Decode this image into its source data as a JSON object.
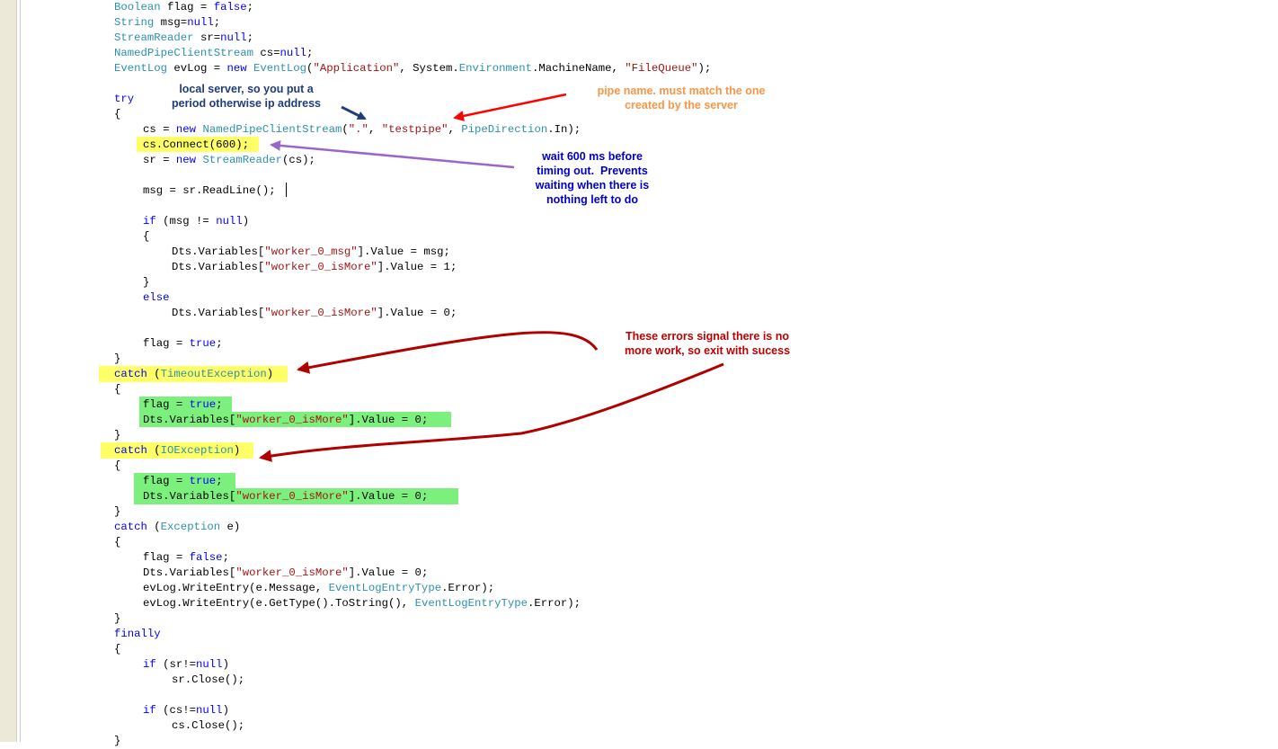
{
  "code": {
    "l1": {
      "t1": "Boolean",
      "t2": " flag = ",
      "t3": "false",
      "t4": ";"
    },
    "l2": {
      "t1": "String",
      "t2": " msg=",
      "t3": "null",
      "t4": ";"
    },
    "l3": {
      "t1": "StreamReader",
      "t2": " sr=",
      "t3": "null",
      "t4": ";"
    },
    "l4": {
      "t1": "NamedPipeClientStream",
      "t2": " cs=",
      "t3": "null",
      "t4": ";"
    },
    "l5": {
      "t1": "EventLog",
      "t2": " evLog = ",
      "t3": "new",
      "t4": " ",
      "t5": "EventLog",
      "t6": "(",
      "t7": "\"Application\"",
      "t8": ", System.",
      "t9": "Environment",
      "t10": ".MachineName, ",
      "t11": "\"FileQueue\"",
      "t12": ");"
    },
    "l6": {
      "t1": "try"
    },
    "l7": {
      "t1": "{"
    },
    "l8": {
      "t1": "cs = ",
      "t2": "new",
      "t3": " ",
      "t4": "NamedPipeClientStream",
      "t5": "(",
      "t6": "\".\"",
      "t7": ", ",
      "t8": "\"testpipe\"",
      "t9": ", ",
      "t10": "PipeDirection",
      "t11": ".In);"
    },
    "l9": {
      "t1": "cs.Connect(600);"
    },
    "l10": {
      "t1": "sr = ",
      "t2": "new",
      "t3": " ",
      "t4": "StreamReader",
      "t5": "(cs);"
    },
    "l11": {
      "t1": "msg = sr.ReadLine();"
    },
    "l12": {
      "t1": "if",
      "t2": " (msg != ",
      "t3": "null",
      "t4": ")"
    },
    "l13": {
      "t1": "{"
    },
    "l14": {
      "t1": "Dts.Variables[",
      "t2": "\"worker_0_msg\"",
      "t3": "].Value = msg;"
    },
    "l15": {
      "t1": "Dts.Variables[",
      "t2": "\"worker_0_isMore\"",
      "t3": "].Value = 1;"
    },
    "l16": {
      "t1": "}"
    },
    "l17": {
      "t1": "else"
    },
    "l18": {
      "t1": "Dts.Variables[",
      "t2": "\"worker_0_isMore\"",
      "t3": "].Value = 0;"
    },
    "l19": {
      "t1": "flag = ",
      "t2": "true",
      "t3": ";"
    },
    "l20": {
      "t1": "}"
    },
    "l21": {
      "t1": "catch",
      "t2": " (",
      "t3": "TimeoutException",
      "t4": ")"
    },
    "l22": {
      "t1": "{"
    },
    "l23": {
      "t1": "flag = ",
      "t2": "true",
      "t3": ";"
    },
    "l24": {
      "t1": "Dts.Variables[",
      "t2": "\"worker_0_isMore\"",
      "t3": "].Value = 0;"
    },
    "l25": {
      "t1": "}"
    },
    "l26": {
      "t1": "catch",
      "t2": " (",
      "t3": "IOException",
      "t4": ")"
    },
    "l27": {
      "t1": "{"
    },
    "l28": {
      "t1": "flag = ",
      "t2": "true",
      "t3": ";"
    },
    "l29": {
      "t1": "Dts.Variables[",
      "t2": "\"worker_0_isMore\"",
      "t3": "].Value = 0;"
    },
    "l30": {
      "t1": "}"
    },
    "l31": {
      "t1": "catch",
      "t2": " (",
      "t3": "Exception",
      "t4": " e)"
    },
    "l32": {
      "t1": "{"
    },
    "l33": {
      "t1": "flag = ",
      "t2": "false",
      "t3": ";"
    },
    "l34": {
      "t1": "Dts.Variables[",
      "t2": "\"worker_0_isMore\"",
      "t3": "].Value = 0;"
    },
    "l35": {
      "t1": "evLog.WriteEntry(e.Message, ",
      "t2": "EventLogEntryType",
      "t3": ".Error);"
    },
    "l36": {
      "t1": "evLog.WriteEntry(e.GetType().ToString(), ",
      "t2": "EventLogEntryType",
      "t3": ".Error);"
    },
    "l37": {
      "t1": "}"
    },
    "l38": {
      "t1": "finally"
    },
    "l39": {
      "t1": "{"
    },
    "l40": {
      "t1": "if",
      "t2": " (sr!=",
      "t3": "null",
      "t4": ")"
    },
    "l41": {
      "t1": "sr.Close();"
    },
    "l42": {
      "t1": "if",
      "t2": " (cs!=",
      "t3": "null",
      "t4": ")"
    },
    "l43": {
      "t1": "cs.Close();"
    },
    "l44": {
      "t1": "}"
    }
  },
  "annotations": {
    "local_server": "local server, so you put a\nperiod otherwise ip address",
    "pipe_name": "pipe name. must match the one\ncreated by the server",
    "wait": "wait 600 ms before\ntiming out.  Prevents\nwaiting when there is\nnothing left to do",
    "errors": "These errors signal there is no\nmore work, so exit with sucess"
  },
  "colors": {
    "keyword": "#0000ff",
    "type": "#2b91af",
    "string": "#a31515",
    "highlight_yellow": "#ffff66",
    "highlight_green": "#7cf07c",
    "note_blue_dark": "#1f3d7a",
    "note_orange": "#f79646",
    "note_blue": "#0000cc",
    "note_red": "#c00000",
    "arrow_red": "#ff0000",
    "arrow_purple": "#9966cc",
    "arrow_darkred": "#b00000"
  }
}
